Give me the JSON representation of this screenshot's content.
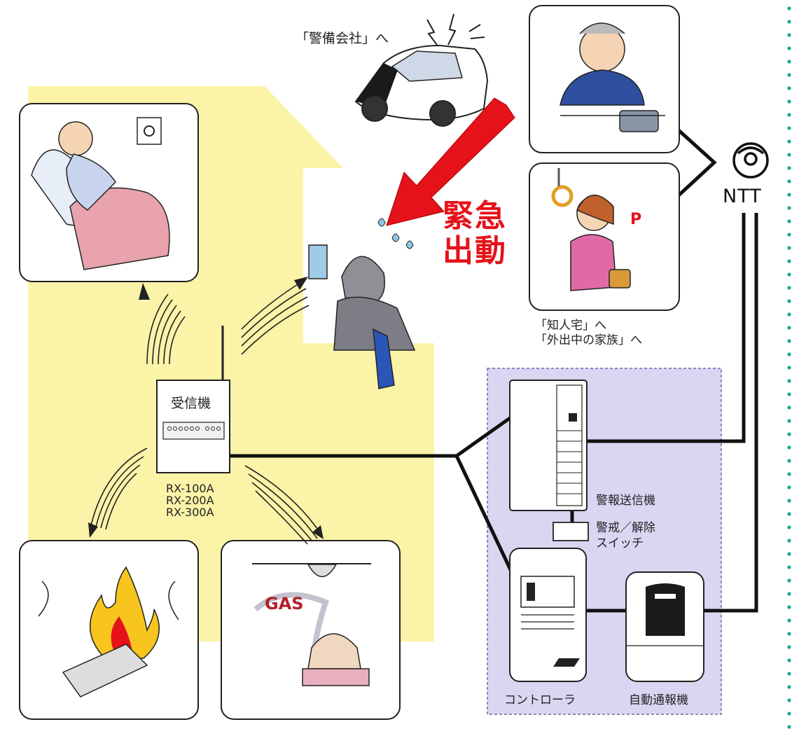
{
  "labels": {
    "security_company": "「警備会社」へ",
    "emergency_line1": "緊急",
    "emergency_line2": "出動",
    "acquaintance": "「知人宅」へ",
    "family_outside": "「外出中の家族」へ",
    "ntt": "NTT",
    "receiver": "受信機",
    "models": [
      "RX-100A",
      "RX-200A",
      "RX-300A"
    ],
    "alarm_transmitter": "警報送信機",
    "arm_switch_line1": "警戒／解除",
    "arm_switch_line2": "スイッチ",
    "controller": "コントローラ",
    "auto_dialer": "自動通報機"
  },
  "colors": {
    "house": "#fbf3a8",
    "equipment_panel": "#d9d6f2",
    "arrow_red": "#e5121a",
    "wire": "#111111",
    "accent_dots": "#1aa89a"
  },
  "icons": {
    "ntt_logo": "ntt-logo-icon",
    "emergency_arrow": "red-arrow-icon"
  }
}
